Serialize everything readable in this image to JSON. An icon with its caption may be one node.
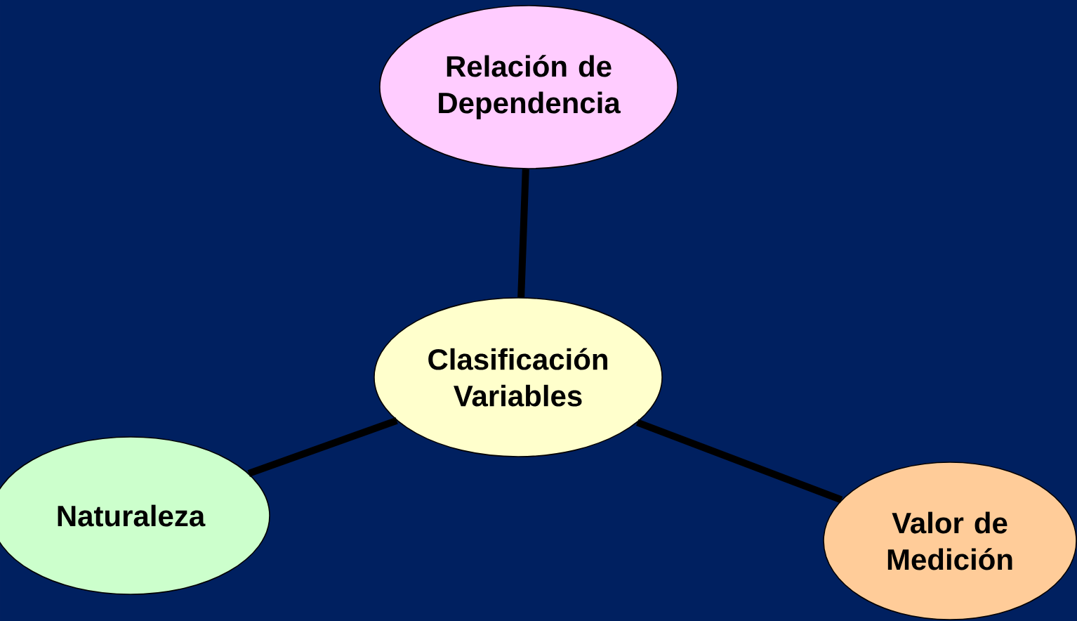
{
  "diagram": {
    "nodes": [
      {
        "text": [
          "Relación de Dependencia"
        ]
      },
      {
        "text": [
          "Clasificación Variables"
        ]
      },
      {
        "text": [
          "Naturaleza"
        ]
      },
      {
        "text": [
          "Valor de Medición"
        ]
      }
    ],
    "edges": [
      {
        "from": 1,
        "to": 0,
        "arrow": "none"
      },
      {
        "from": 1,
        "to": 2,
        "arrow": "none"
      },
      {
        "from": 1,
        "to": 3,
        "arrow": "none"
      }
    ]
  }
}
